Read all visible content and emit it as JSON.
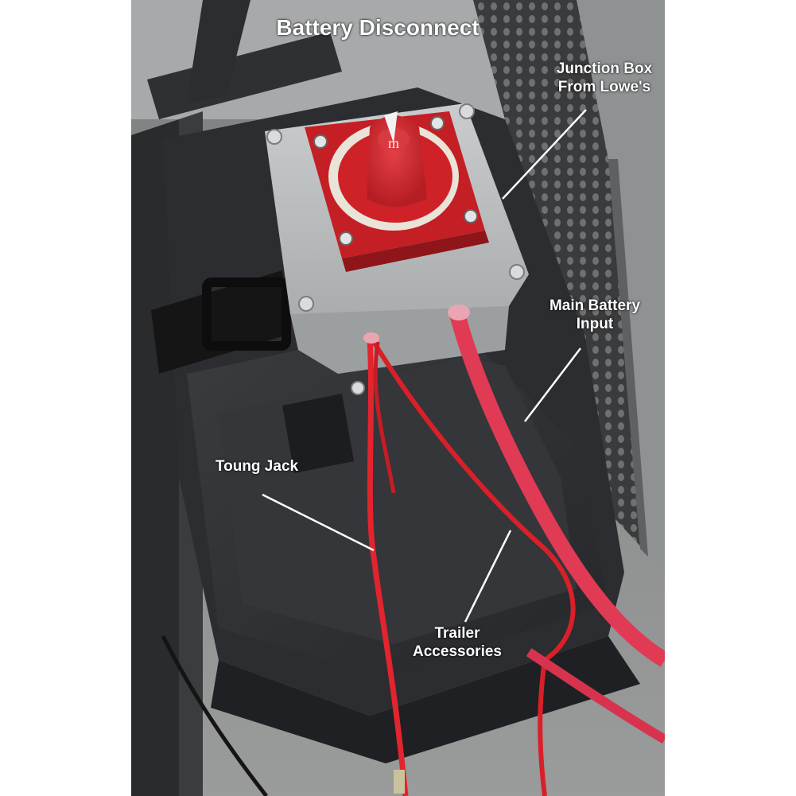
{
  "image": {
    "title": "Battery Disconnect",
    "labels": {
      "junction_box": [
        "Junction Box",
        "From Lowe's"
      ],
      "main_battery_input": [
        "Main Battery",
        "Input"
      ],
      "toung_jack": [
        "Toung Jack"
      ],
      "trailer_accessories": [
        "Trailer",
        "Accessories"
      ]
    },
    "switch_marking": "m",
    "colors": {
      "switch_red": "#d3252a",
      "junction_box_gray": "#b9bcbd",
      "battery_box_black": "#2b2d30",
      "wire_red": "#e2242e",
      "cable_red": "#e03a55",
      "label_text": "#ffffff"
    }
  }
}
